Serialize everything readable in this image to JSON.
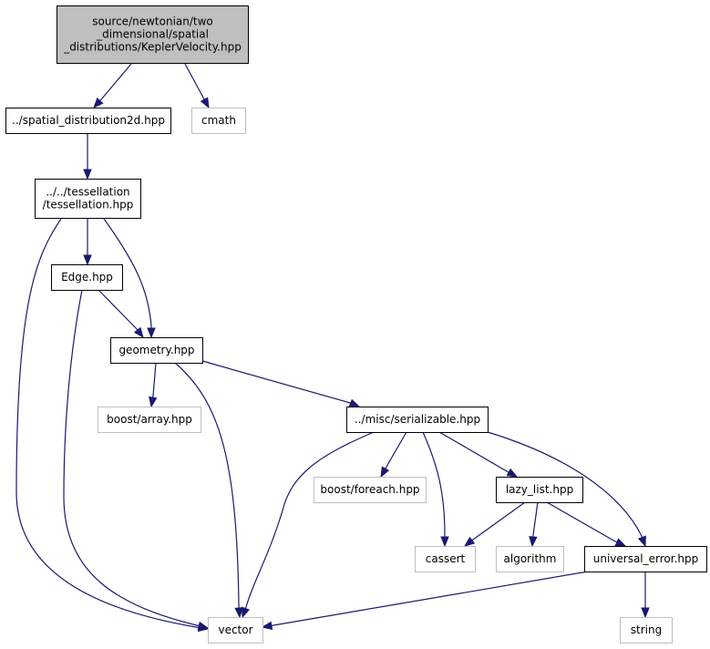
{
  "graph": {
    "colors": {
      "edge": "#191970",
      "root_fill": "#bfbfbf",
      "root_border": "#000000",
      "internal_fill": "#ffffff",
      "internal_border": "#000000",
      "external_fill": "#ffffff",
      "external_border": "#bfbfbf"
    },
    "nodes": [
      {
        "id": "kepler",
        "kind": "root",
        "lines": [
          "source/newtonian/two",
          "_dimensional/spatial",
          "_distributions/KeplerVelocity.hpp"
        ]
      },
      {
        "id": "spatial2d",
        "kind": "internal",
        "lines": [
          "../spatial_distribution2d.hpp"
        ]
      },
      {
        "id": "cmath",
        "kind": "external",
        "lines": [
          "cmath"
        ]
      },
      {
        "id": "tessellation",
        "kind": "internal",
        "lines": [
          "../../tessellation",
          "/tessellation.hpp"
        ]
      },
      {
        "id": "edge",
        "kind": "internal",
        "lines": [
          "Edge.hpp"
        ]
      },
      {
        "id": "geometry",
        "kind": "internal",
        "lines": [
          "geometry.hpp"
        ]
      },
      {
        "id": "boost_array",
        "kind": "external",
        "lines": [
          "boost/array.hpp"
        ]
      },
      {
        "id": "serializable",
        "kind": "internal",
        "lines": [
          "../misc/serializable.hpp"
        ]
      },
      {
        "id": "boost_foreach",
        "kind": "external",
        "lines": [
          "boost/foreach.hpp"
        ]
      },
      {
        "id": "lazy_list",
        "kind": "internal",
        "lines": [
          "lazy_list.hpp"
        ]
      },
      {
        "id": "cassert",
        "kind": "external",
        "lines": [
          "cassert"
        ]
      },
      {
        "id": "algorithm",
        "kind": "external",
        "lines": [
          "algorithm"
        ]
      },
      {
        "id": "universal_error",
        "kind": "internal",
        "lines": [
          "universal_error.hpp"
        ]
      },
      {
        "id": "vector",
        "kind": "external",
        "lines": [
          "vector"
        ]
      },
      {
        "id": "string",
        "kind": "external",
        "lines": [
          "string"
        ]
      }
    ],
    "edges": [
      {
        "from": "kepler",
        "to": "spatial2d"
      },
      {
        "from": "kepler",
        "to": "cmath"
      },
      {
        "from": "spatial2d",
        "to": "tessellation"
      },
      {
        "from": "tessellation",
        "to": "vector"
      },
      {
        "from": "tessellation",
        "to": "edge"
      },
      {
        "from": "tessellation",
        "to": "geometry"
      },
      {
        "from": "edge",
        "to": "vector"
      },
      {
        "from": "edge",
        "to": "geometry"
      },
      {
        "from": "geometry",
        "to": "boost_array"
      },
      {
        "from": "geometry",
        "to": "vector"
      },
      {
        "from": "geometry",
        "to": "serializable"
      },
      {
        "from": "serializable",
        "to": "vector"
      },
      {
        "from": "serializable",
        "to": "boost_foreach"
      },
      {
        "from": "serializable",
        "to": "cassert"
      },
      {
        "from": "serializable",
        "to": "lazy_list"
      },
      {
        "from": "serializable",
        "to": "universal_error"
      },
      {
        "from": "lazy_list",
        "to": "cassert"
      },
      {
        "from": "lazy_list",
        "to": "algorithm"
      },
      {
        "from": "lazy_list",
        "to": "universal_error"
      },
      {
        "from": "universal_error",
        "to": "vector"
      },
      {
        "from": "universal_error",
        "to": "string"
      }
    ]
  }
}
